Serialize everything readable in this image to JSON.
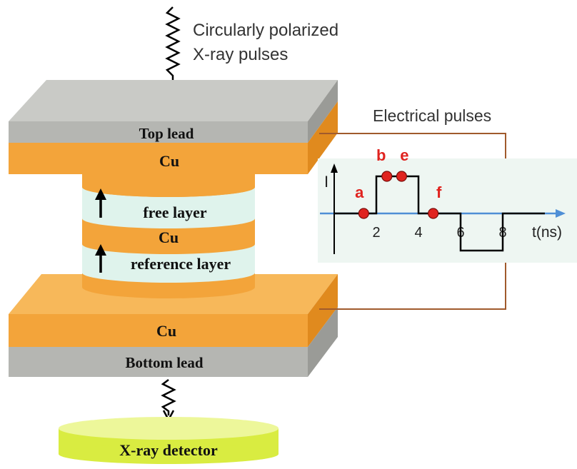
{
  "annotations": {
    "xray_source": [
      "Circularly polarized",
      "X-ray pulses"
    ],
    "electrical": "Electrical pulses"
  },
  "stack": {
    "top_lead": "Top lead",
    "top_cu": "Cu",
    "free_layer": "free layer",
    "middle_cu": "Cu",
    "reference_layer": "reference layer",
    "bottom_cu": "Cu",
    "bottom_lead": "Bottom lead",
    "detector": "X-ray detector"
  },
  "colors": {
    "lead_gray": "#b5b6b2",
    "copper_orange": "#f3a43a",
    "layer_cyan": "#dff3ec",
    "detector_yellow": "#d9ec41",
    "wire": "#a05a2c",
    "axis_blue": "#4f8fd6",
    "marker_red": "#e0231f"
  },
  "chart_data": {
    "type": "line",
    "xlabel": "t(ns)",
    "ylabel": "I",
    "xticks": [
      2,
      4,
      6,
      8
    ],
    "series": [
      {
        "x": [
          0,
          2,
          2,
          4,
          4,
          6,
          6,
          8,
          8,
          10
        ],
        "y": [
          0,
          0,
          1,
          1,
          0,
          0,
          -1,
          -1,
          0,
          0
        ]
      }
    ],
    "markers": [
      {
        "label": "a",
        "x": 1.4,
        "y": 0
      },
      {
        "label": "b",
        "x": 2.5,
        "y": 1
      },
      {
        "label": "e",
        "x": 3.2,
        "y": 1
      },
      {
        "label": "f",
        "x": 4.7,
        "y": 0
      }
    ]
  }
}
